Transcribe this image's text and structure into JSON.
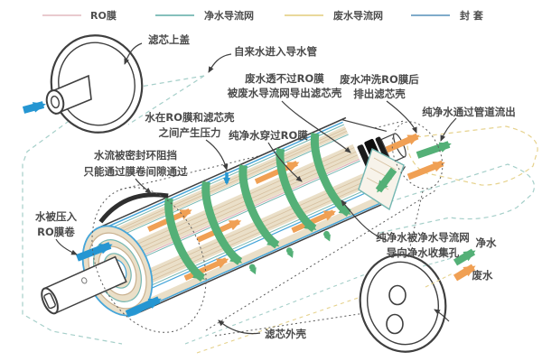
{
  "legend": {
    "items": [
      {
        "label": "RO膜",
        "color": "#e6c3c7"
      },
      {
        "label": "净水导流网",
        "color": "#74b7b2"
      },
      {
        "label": "废水导流网",
        "color": "#e6d28d"
      },
      {
        "label": "封 套",
        "color": "#6d9fc2"
      }
    ]
  },
  "annotations": {
    "top_cover": "滤芯上盖",
    "tap_in": "自来水进入导水管",
    "waste_blocked_1": "废水透不过RO膜",
    "waste_blocked_2": "被废水导流网导出滤芯壳",
    "waste_flush_1": "废水冲洗RO膜后",
    "waste_flush_2": "排出滤芯壳",
    "pure_out_pipe": "纯净水通过管道流出",
    "pressure_1": "水在RO膜和滤芯壳",
    "pressure_2": "之间产生压力",
    "pure_through": "纯净水穿过RO膜",
    "seal_1": "水流被密封环阻挡",
    "seal_2": "只能通过膜卷间隙通过",
    "pressed_1": "水被压入",
    "pressed_2": "RO膜卷",
    "shell": "滤芯外壳",
    "pure_guided_1": "纯净水被净水导流网",
    "pure_guided_2": "导向净水收集孔",
    "clean_water": "净水",
    "waste_water": "废水"
  },
  "colors": {
    "ro_membrane_line": "#e6c3c7",
    "clean_mesh_line": "#74b7b2",
    "waste_mesh_line": "#e6d28d",
    "envelope_line": "#6d9fc2",
    "feed_arrow": "#2596d2",
    "pure_arrow": "#54b077",
    "waste_arrow": "#f0a054",
    "line_art": "#3f3f3f",
    "membrane_fill": "#eadfc8"
  }
}
